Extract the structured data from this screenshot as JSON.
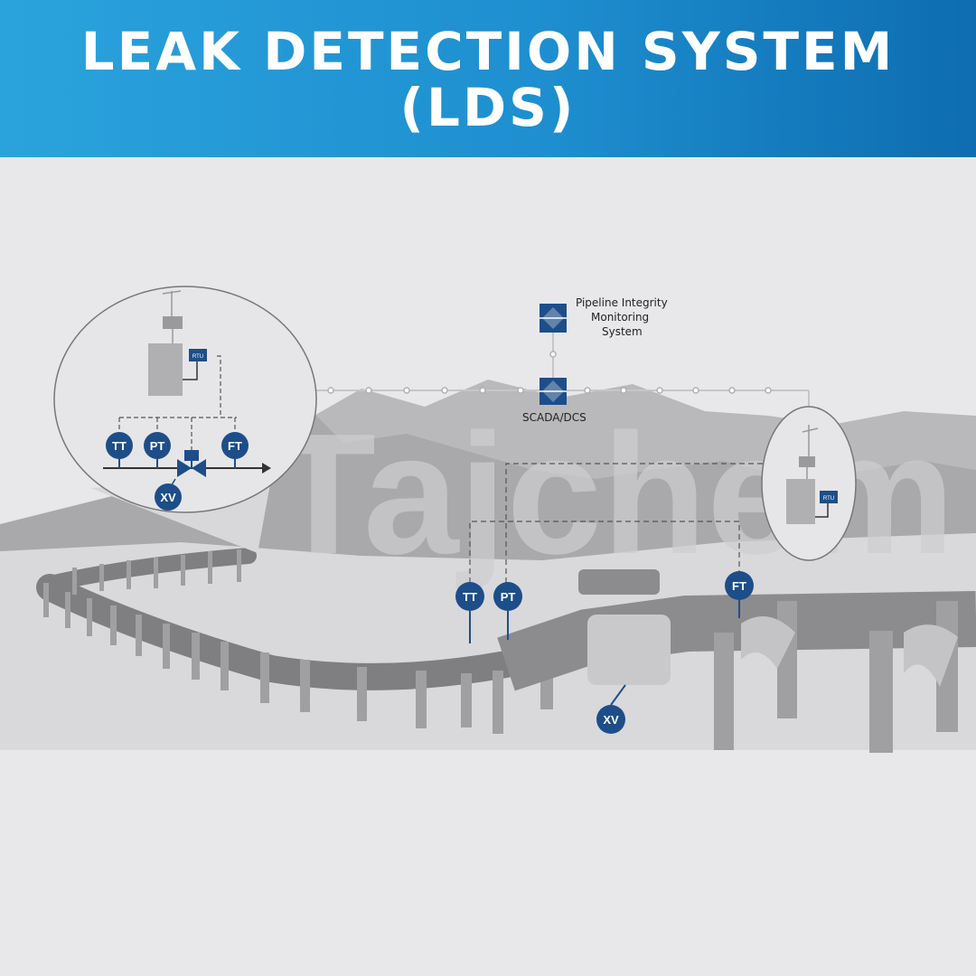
{
  "header": {
    "title_line1": "LEAK DETECTION SYSTEM",
    "title_line2": "(LDS)"
  },
  "diagram": {
    "pims_label_lines": [
      "Pipeline Integrity",
      "Monitoring",
      "System"
    ],
    "scada_label": "SCADA/DCS",
    "rtu_label": "RTU",
    "detail_instruments": {
      "tt": "TT",
      "pt": "PT",
      "ft": "FT",
      "xv": "XV"
    },
    "field_instruments": {
      "tt": "TT",
      "pt": "PT",
      "ft": "FT",
      "xv": "XV"
    }
  },
  "watermark": "Tajchem",
  "colors": {
    "header_start": "#2aa3dc",
    "header_end": "#0d6db0",
    "instrument": "#1d4e89",
    "pipe": "#8c8c8e",
    "mountain": "#a9a9ab",
    "background": "#e8e8ea"
  }
}
